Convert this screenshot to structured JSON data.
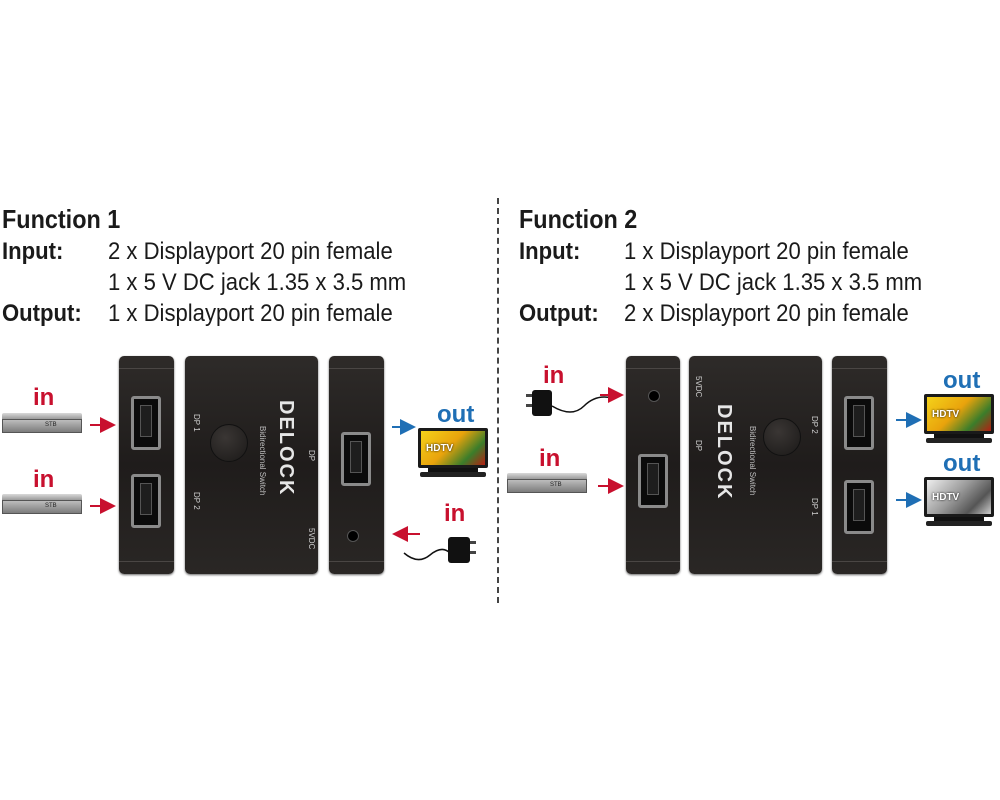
{
  "function1": {
    "title": "Function 1",
    "input_label": "Input:",
    "input_lines": [
      "2 x Displayport 20 pin female",
      "1 x 5 V DC jack 1.35 x 3.5 mm"
    ],
    "output_label": "Output:",
    "output_lines": [
      "1 x Displayport 20 pin female"
    ],
    "in_labels": [
      "in",
      "in",
      "in"
    ],
    "out_label": "out",
    "device": {
      "port_labels": [
        "DP 1",
        "DP 2",
        "DP",
        "5VDC"
      ],
      "logo": "DELOCK",
      "subtitle": "Bidirectional Switch"
    },
    "stb_label": "STB",
    "tv_label": "HDTV"
  },
  "function2": {
    "title": "Function 2",
    "input_label": "Input:",
    "input_lines": [
      "1 x Displayport 20 pin female",
      "1 x 5 V DC jack 1.35 x 3.5 mm"
    ],
    "output_label": "Output:",
    "output_lines": [
      "2 x Displayport 20 pin female"
    ],
    "in_labels": [
      "in",
      "in"
    ],
    "out_labels": [
      "out",
      "out"
    ],
    "device": {
      "port_labels": [
        "5VDC",
        "DP",
        "DP 2",
        "DP 1"
      ],
      "logo": "DELOCK",
      "subtitle": "Bidirectional Switch"
    },
    "stb_label": "STB",
    "tv_labels": [
      "HDTV",
      "HDTV"
    ]
  },
  "colors": {
    "in_arrow": "#c8102e",
    "out_arrow": "#1f6fb5",
    "device": "#252221"
  }
}
